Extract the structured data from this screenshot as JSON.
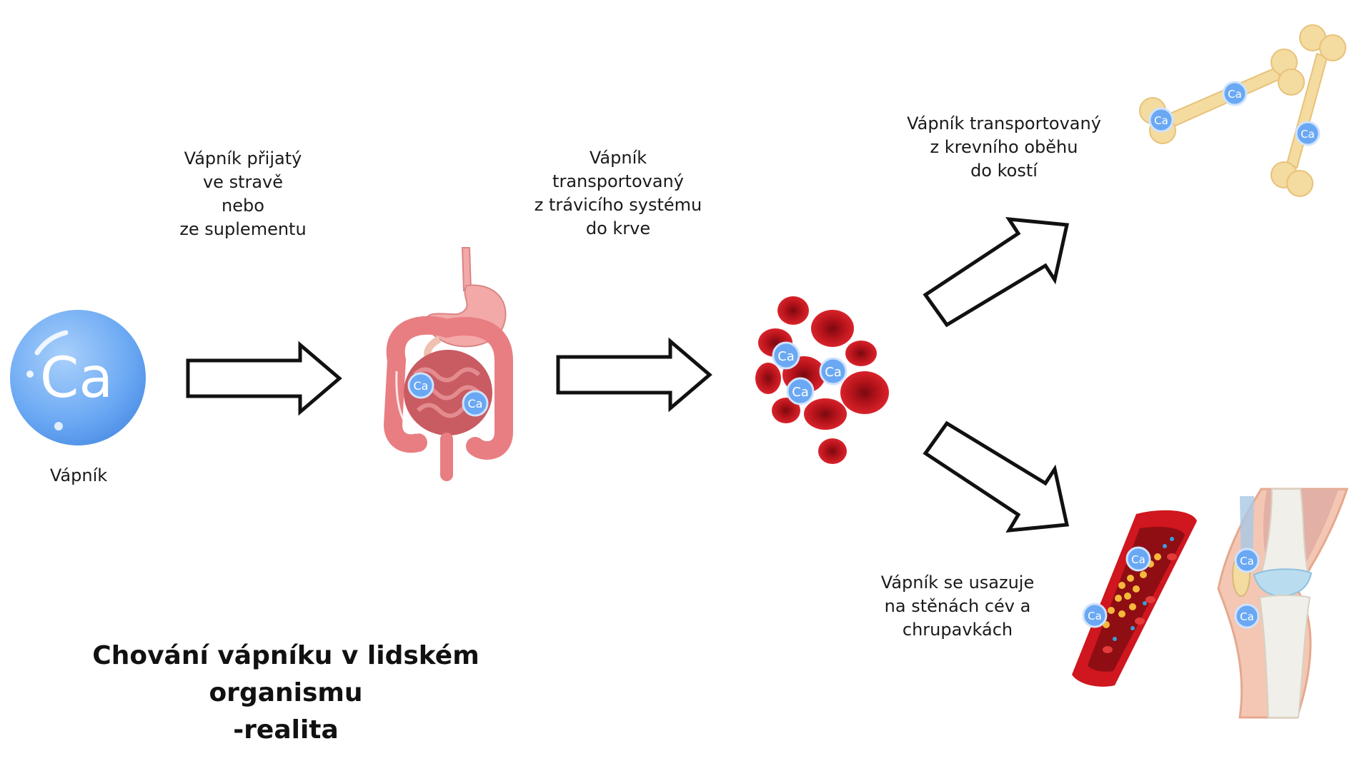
{
  "title": {
    "line1": "Chování vápníku v lidském organismu",
    "line2": "-realita"
  },
  "ca_symbol": {
    "text": "Ca",
    "label": "Vápník"
  },
  "ca_badge_text": "Ca",
  "step1": {
    "lines": [
      "Vápník přijatý",
      "ve stravě",
      "nebo",
      "ze suplementu"
    ]
  },
  "step2": {
    "lines": [
      "Vápník",
      "transportovaný",
      "z trávicího systému",
      "do krve"
    ]
  },
  "step3": {
    "lines": [
      "Vápník transportovaný",
      "z krevního oběhu",
      "do kostí"
    ]
  },
  "step4": {
    "lines": [
      "Vápník se usazuje",
      "na stěnách cév a",
      "chrupavkách"
    ]
  },
  "icons": [
    "calcium-ion-icon",
    "digestive-system-icon",
    "red-blood-cells-icon",
    "bones-icon",
    "blood-vessel-icon",
    "knee-joint-icon",
    "arrow-right-icon",
    "arrow-up-right-icon",
    "arrow-down-right-icon"
  ],
  "colors": {
    "calcium_blue": "#5a9ff0",
    "calcium_light": "#9cc8fa",
    "blood_red": "#d0161e",
    "bone": "#f4dba0",
    "intestine": "#e87e82",
    "stomach": "#f3a9a8",
    "arrow_stroke": "#111111"
  }
}
